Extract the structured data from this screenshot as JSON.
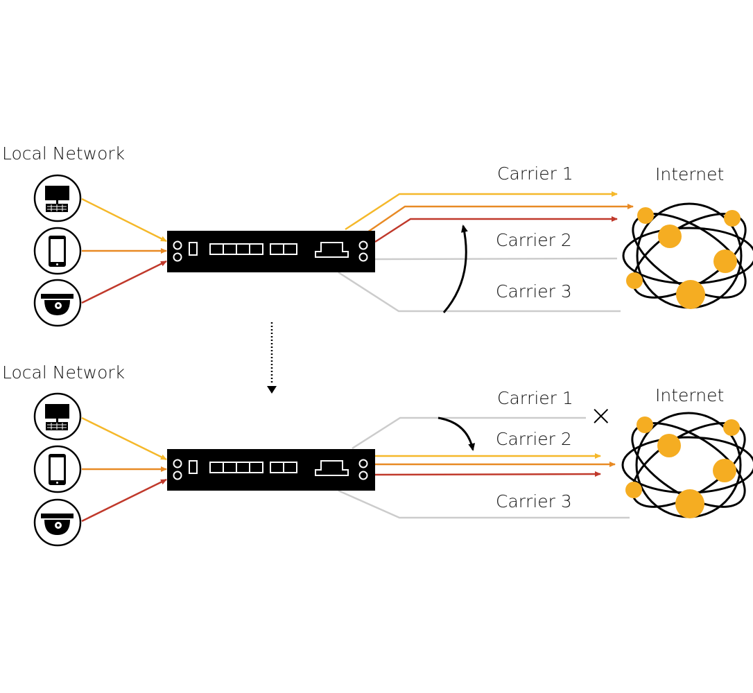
{
  "colors": {
    "yellow": "#F5B82A",
    "orange": "#E88A24",
    "red": "#C0392B",
    "gray": "#CCCCCC",
    "black": "#000000",
    "node": "#F5AD22"
  },
  "top": {
    "local_label": "Local Network",
    "internet_label": "Internet",
    "carrier1": "Carrier 1",
    "carrier2": "Carrier 2",
    "carrier3": "Carrier 3"
  },
  "bottom": {
    "local_label": "Local Network",
    "internet_label": "Internet",
    "carrier1": "Carrier 1",
    "carrier2": "Carrier 2",
    "carrier3": "Carrier 3",
    "fail_mark": "×"
  },
  "icons": [
    "computer-icon",
    "phone-icon",
    "camera-icon"
  ]
}
